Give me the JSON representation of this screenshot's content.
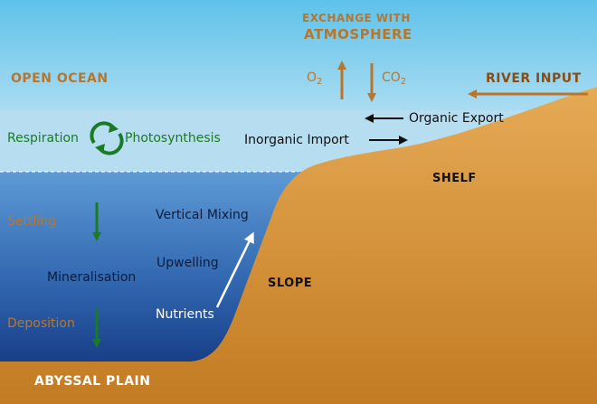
{
  "labels": {
    "exchange_line1": "EXCHANGE WITH",
    "exchange_line2": "ATMOSPHERE",
    "open_ocean": "OPEN OCEAN",
    "river_input": "RIVER INPUT",
    "o2_base": "O",
    "o2_sub": "2",
    "co2_base": "CO",
    "co2_sub": "2",
    "organic_export": "Organic Export",
    "inorganic_import": "Inorganic Import",
    "respiration": "Respiration",
    "photosynthesis": "Photosynthesis",
    "shelf": "SHELF",
    "settling": "Settling",
    "vertical_mixing": "Vertical Mixing",
    "upwelling": "Upwelling",
    "mineralisation": "Mineralisation",
    "slope": "SLOPE",
    "nutrients": "Nutrients",
    "deposition": "Deposition",
    "abyssal_plain": "ABYSSAL PLAIN"
  },
  "colors": {
    "sky_top": "#5fc2ea",
    "sky_bottom": "#a9dcf2",
    "surface_water": "#b7ddf0",
    "deep_top": "#4a8ccd",
    "deep_bottom": "#0a2e78",
    "land_light": "#e2a54e",
    "land_dark": "#c07a22",
    "arrow_brown": "#b8762c",
    "arrow_green": "#1b7b25"
  }
}
